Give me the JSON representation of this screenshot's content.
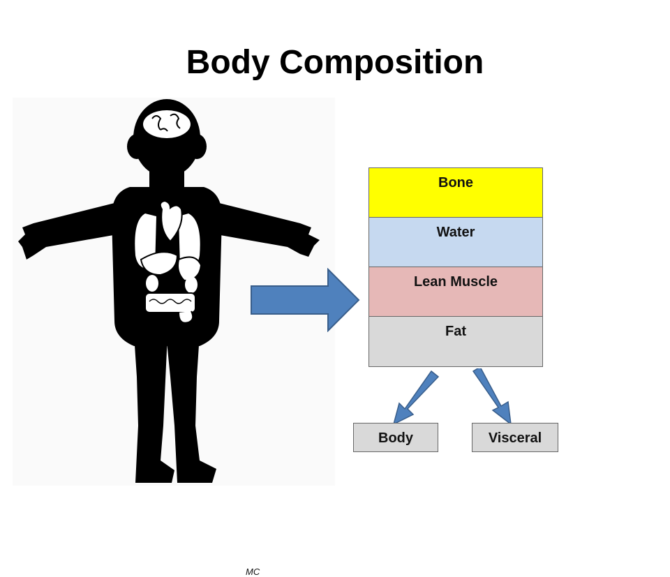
{
  "title": "Body Composition",
  "figure": {
    "signature_mark": "MC"
  },
  "layers": [
    {
      "label": "Bone",
      "color": "#ffff00"
    },
    {
      "label": "Water",
      "color": "#c6d9f0"
    },
    {
      "label": "Lean Muscle",
      "color": "#e6b8b7"
    },
    {
      "label": "Fat",
      "color": "#d9d9d9"
    }
  ],
  "fat_types": [
    {
      "label": "Body"
    },
    {
      "label": "Visceral"
    }
  ],
  "colors": {
    "arrow_fill": "#4f81bd",
    "arrow_stroke": "#385d8a"
  }
}
